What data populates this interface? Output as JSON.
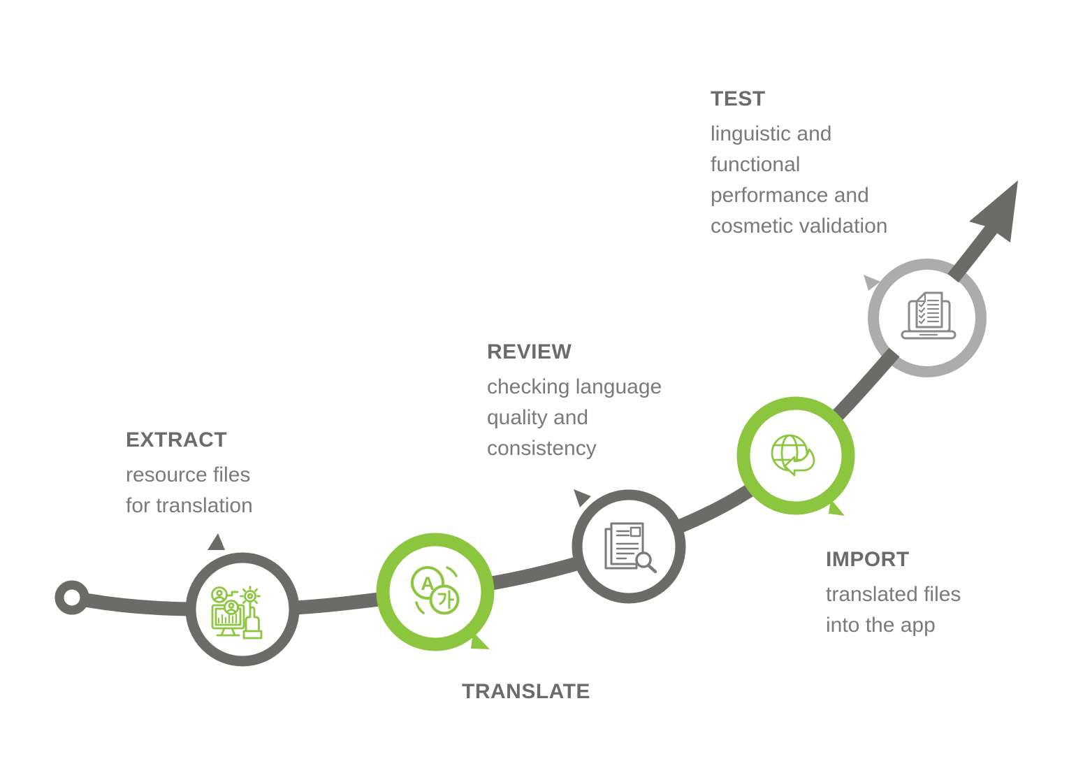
{
  "diagram": {
    "name": "Software localization process flow",
    "start_marker": "ring-node",
    "end_marker": "arrowhead",
    "colors": {
      "line_gray": "#6B6B68",
      "accent_green": "#8CC63F",
      "muted_gray": "#ACACAC",
      "title_text": "#6B6B6B",
      "body_text": "#7A7A7A"
    }
  },
  "steps": [
    {
      "label": "EXTRACT",
      "description": "resource files\nfor translation",
      "icon": "people-computer-gear-icon",
      "ring_color": "gray"
    },
    {
      "label": "TRANSLATE",
      "description": "",
      "icon": "language-translation-circles-icon",
      "ring_color": "green"
    },
    {
      "label": "REVIEW",
      "description": "checking language\nquality and\nconsistency",
      "icon": "document-magnifier-icon",
      "ring_color": "gray"
    },
    {
      "label": "IMPORT",
      "description": "translated files\ninto the app",
      "icon": "globe-import-arrow-icon",
      "ring_color": "green"
    },
    {
      "label": "TEST",
      "description": "linguistic and\nfunctional\nperformance and\ncosmetic validation",
      "icon": "laptop-checklist-icon",
      "ring_color": "light-gray"
    }
  ],
  "translate_icon_glyphs": {
    "latin": "A",
    "hangul": "가"
  }
}
